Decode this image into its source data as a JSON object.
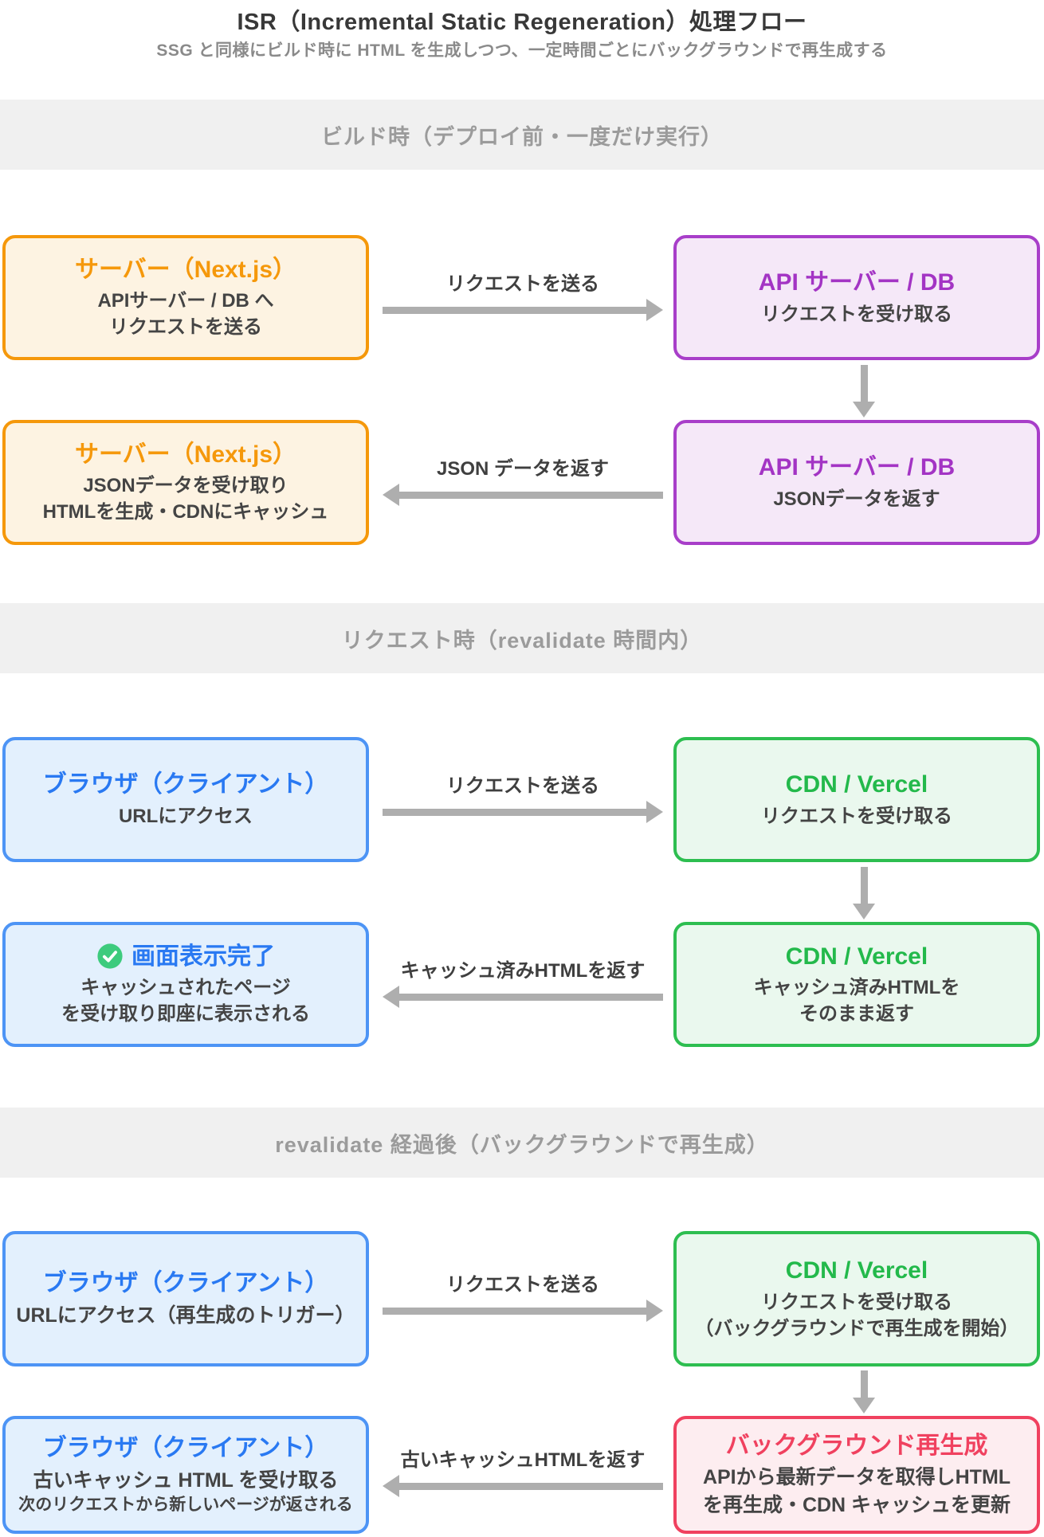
{
  "header": {
    "title": "ISR（Incremental Static Regeneration）処理フロー",
    "subtitle": "SSG と同様にビルド時に HTML を生成しつつ、一定時間ごとにバックグラウンドで再生成する"
  },
  "colors": {
    "orange_border": "#F5980B",
    "orange_bg": "#FDF3E2",
    "purple_border": "#A83EC9",
    "purple_bg": "#F5E8F8",
    "purple_title": "#A334C4",
    "blue_border": "#4D94F5",
    "blue_bg": "#E3F0FD",
    "blue_title": "#2979F2",
    "green_border": "#2DBE50",
    "green_bg": "#EAF8EE",
    "green_title": "#23B94B",
    "red_border": "#F0415F",
    "red_bg": "#FDEDF0",
    "arrow_gray": "#AEAEAE",
    "band_bg": "#F0F0F0",
    "band_text": "#9B9B9B",
    "check_green": "#3DCB7D",
    "body_text": "#444444"
  },
  "sections": [
    {
      "band_label": "ビルド時（デプロイ前・一度だけ実行）",
      "rows": [
        {
          "left": {
            "title": "サーバー（Next.js）",
            "lines": [
              "APIサーバー / DB へ",
              "リクエストを送る"
            ]
          },
          "arrow_label": "リクエストを送る",
          "arrow_direction": "right",
          "right": {
            "title": "API サーバー / DB",
            "lines": [
              "リクエストを受け取る"
            ]
          }
        },
        {
          "left": {
            "title": "サーバー（Next.js）",
            "lines": [
              "JSONデータを受け取り",
              "HTMLを生成・CDNにキャッシュ"
            ]
          },
          "arrow_label": "JSON データを返す",
          "arrow_direction": "left",
          "right": {
            "title": "API サーバー / DB",
            "lines": [
              "JSONデータを返す"
            ]
          }
        }
      ]
    },
    {
      "band_label": "リクエスト時（revalidate 時間内）",
      "rows": [
        {
          "left": {
            "title": "ブラウザ（クライアント）",
            "lines": [
              "URLにアクセス"
            ]
          },
          "arrow_label": "リクエストを送る",
          "arrow_direction": "right",
          "right": {
            "title": "CDN / Vercel",
            "lines": [
              "リクエストを受け取る"
            ]
          }
        },
        {
          "left": {
            "title": "画面表示完了",
            "check_icon": "check-circle",
            "lines": [
              "キャッシュされたページ",
              "を受け取り即座に表示される"
            ]
          },
          "arrow_label": "キャッシュ済みHTMLを返す",
          "arrow_direction": "left",
          "right": {
            "title": "CDN / Vercel",
            "lines": [
              "キャッシュ済みHTMLを",
              "そのまま返す"
            ]
          }
        }
      ]
    },
    {
      "band_label": "revalidate 経過後（バックグラウンドで再生成）",
      "rows": [
        {
          "left": {
            "title": "ブラウザ（クライアント）",
            "lines": [
              "URLにアクセス（再生成のトリガー）"
            ]
          },
          "arrow_label": "リクエストを送る",
          "arrow_direction": "right",
          "right": {
            "title": "CDN / Vercel",
            "lines": [
              "リクエストを受け取る",
              "（バックグラウンドで再生成を開始）"
            ]
          }
        },
        {
          "left": {
            "title": "ブラウザ（クライアント）",
            "lines": [
              "古いキャッシュ HTML を受け取る"
            ],
            "note": "次のリクエストから新しいページが返される"
          },
          "arrow_label": "古いキャッシュHTMLを返す",
          "arrow_direction": "left",
          "right": {
            "title": "バックグラウンド再生成",
            "lines": [
              "APIから最新データを取得しHTML",
              "を再生成・CDN キャッシュを更新"
            ]
          }
        }
      ]
    }
  ]
}
